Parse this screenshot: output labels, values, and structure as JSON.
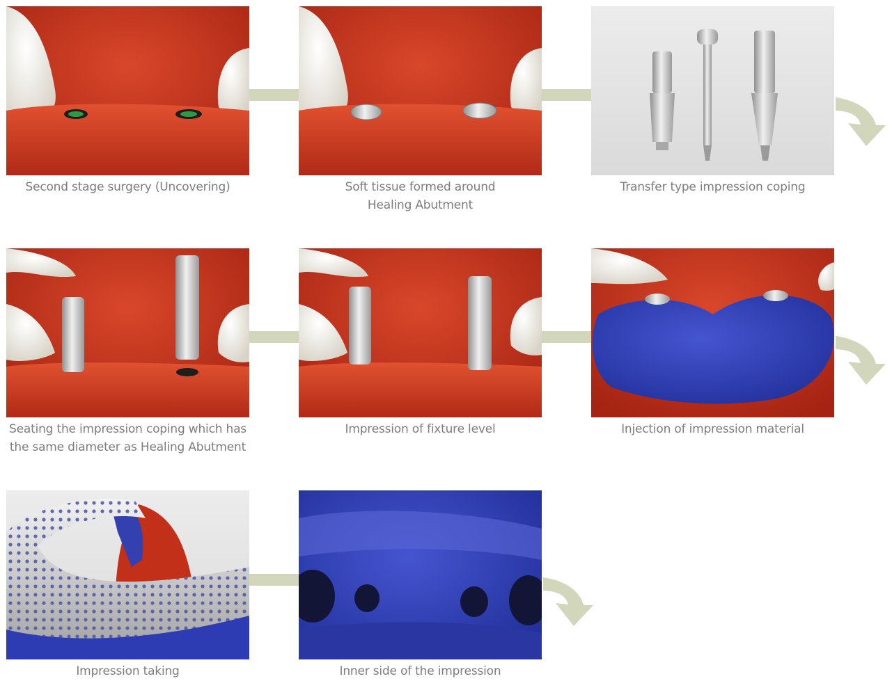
{
  "steps": [
    {
      "caption": "Second stage surgery (Uncovering)"
    },
    {
      "caption": "Soft tissue formed around\nHealing Abutment"
    },
    {
      "caption": "Transfer type impression coping"
    },
    {
      "caption": "Seating the impression coping which has\nthe same diameter as Healing Abutment"
    },
    {
      "caption": "Impression of fixture level"
    },
    {
      "caption": "Injection of impression material"
    },
    {
      "caption": "Impression taking"
    },
    {
      "caption": "Inner side of the impression"
    }
  ],
  "colors": {
    "caption": "#7d7d7d",
    "connector": "#d2d6bb",
    "gum": "#c8321e",
    "tooth": "#f4f1ea",
    "metal": "#c9c9c9",
    "impression_blue": "#2e3cb4",
    "panel_grey": "#e3e3e3"
  }
}
